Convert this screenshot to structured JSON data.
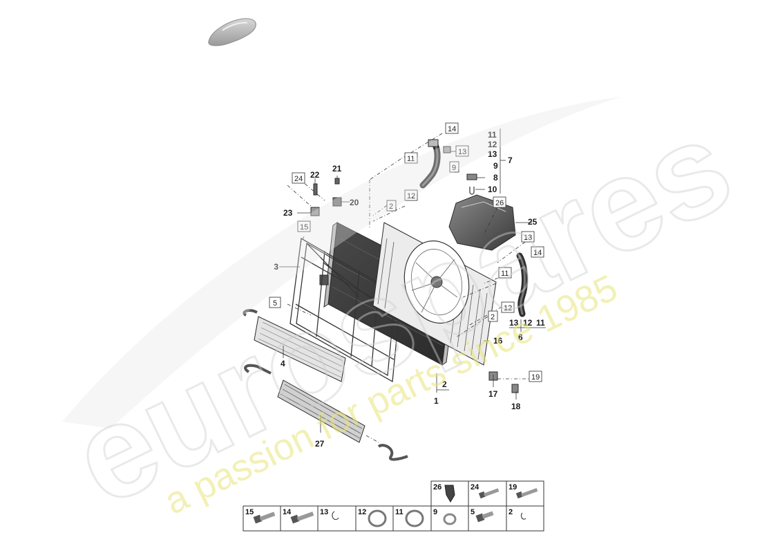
{
  "watermark": {
    "brand": "eurospares",
    "tagline": "a passion for parts since 1985"
  },
  "callouts": {
    "c1": "1",
    "c2": "2",
    "c3": "3",
    "c4": "4",
    "c6": "6",
    "c7": "7",
    "c8": "8",
    "c9": "9",
    "c10": "10",
    "c11": "11",
    "c12": "12",
    "c13": "13",
    "c16": "16",
    "c17": "17",
    "c18": "18",
    "c20": "20",
    "c21": "21",
    "c22": "22",
    "c23": "23",
    "c25": "25",
    "c27": "27",
    "g7_11": "11",
    "g7_12": "12",
    "g7_13": "13",
    "g6_13": "13",
    "g6_12": "12",
    "g6_11": "11"
  },
  "boxed": {
    "b14a": "14",
    "b13a": "13",
    "b11a": "11",
    "b9": "9",
    "b12a": "12",
    "b2a": "2",
    "b24": "24",
    "b15": "15",
    "b26": "26",
    "b13b": "13",
    "b14b": "14",
    "b11b": "11",
    "b12b": "12",
    "b2b": "2",
    "b5": "5",
    "b19": "19"
  },
  "legend": {
    "top": [
      "26",
      "24",
      "19"
    ],
    "bottom": [
      "15",
      "14",
      "13",
      "12",
      "11",
      "9",
      "5",
      "2"
    ]
  }
}
